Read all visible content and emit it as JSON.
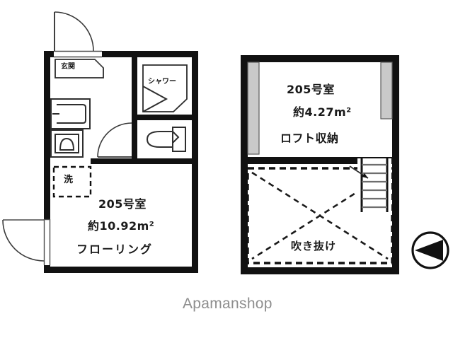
{
  "document": {
    "kind": "floor-plan",
    "watermark": "Apamanshop"
  },
  "lower_floor": {
    "room_number": "205号室",
    "area": "約10.92m²",
    "flooring": "フローリング",
    "entrance_label": "玄関",
    "shower_label": "シャワー",
    "washer_label": "洗"
  },
  "loft_floor": {
    "room_number": "205号室",
    "area": "約4.27m²",
    "usage": "ロフト収納",
    "void_label": "吹き抜け"
  },
  "compass": {
    "name": "direction-indicator",
    "points": "left"
  },
  "colors": {
    "wall": "#111111",
    "window": "#c9c9c9",
    "background": "#ffffff",
    "watermark": "#8e8e8e",
    "text": "#1a1a1a"
  }
}
